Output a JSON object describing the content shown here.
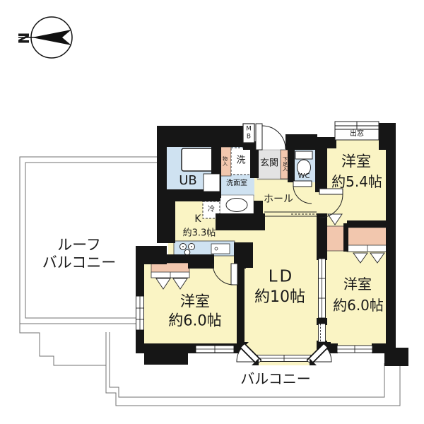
{
  "colors": {
    "room_yellow": "#faf4c4",
    "water_blue": "#cfe2f1",
    "closet_pink": "#f2c7ae",
    "entrance_gray": "#e3e3e3",
    "wall_black": "#161616",
    "outline_gray": "#707070"
  },
  "compass": {
    "north": "N"
  },
  "outdoor": {
    "roof_balcony_line1": "ルーフ",
    "roof_balcony_line2": "バルコニー",
    "balcony": "バルコニー"
  },
  "rooms": {
    "unit_bath": "UB",
    "washroom": "洗面室",
    "washer": "洗",
    "storage": "物入",
    "meter_box_m": "M",
    "meter_box_b": "B",
    "entrance": "玄関",
    "shoe_cabinet": "下足入",
    "wc": "WC",
    "hall": "ホール",
    "fridge": "冷",
    "kitchen_label": "K",
    "kitchen_size": "約3.3帖",
    "ld_label": "LD",
    "ld_size": "約10帖",
    "room_ne_label": "洋室",
    "room_ne_size": "約5.4帖",
    "room_se_label": "洋室",
    "room_se_size": "約6.0帖",
    "room_sw_label": "洋室",
    "room_sw_size": "約6.0帖",
    "bay_window": "出窓"
  }
}
